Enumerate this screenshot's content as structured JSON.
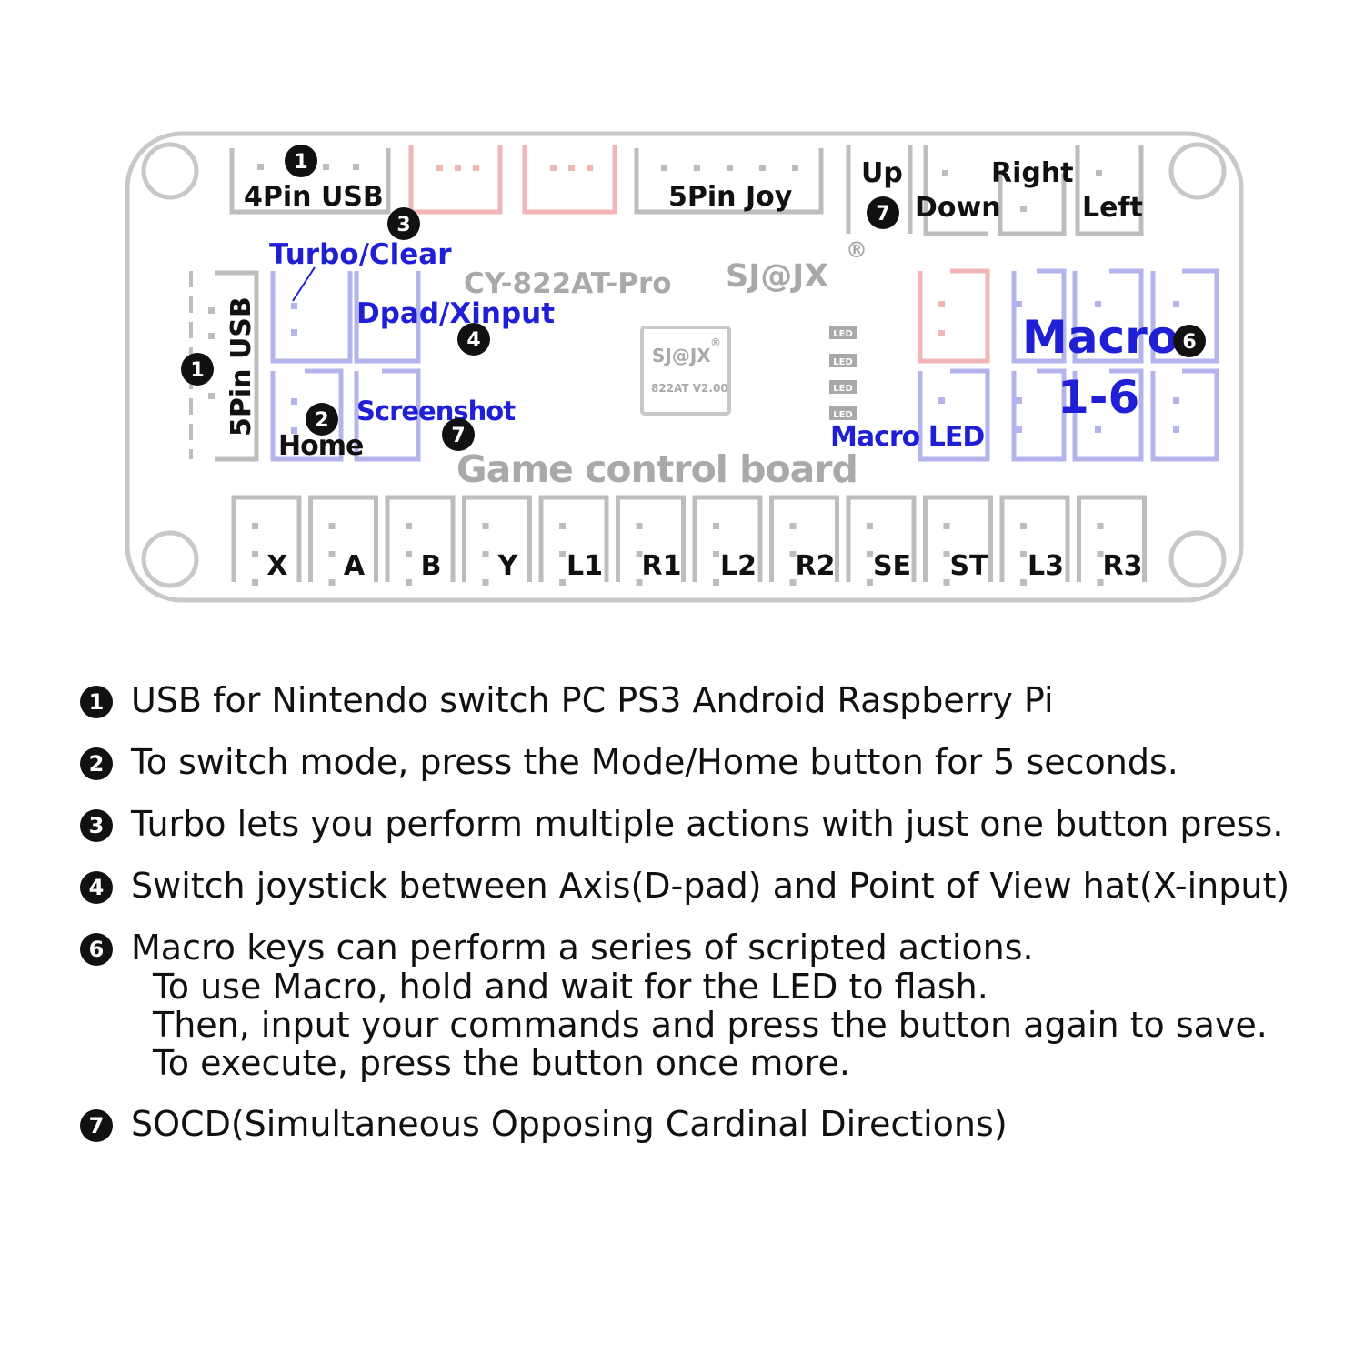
{
  "board": {
    "model": "CY-822AT-Pro",
    "brand": "SJ@JX",
    "registered_mark": "®",
    "subtitle": "Game control board",
    "chip": {
      "brand": "SJ@JX",
      "reg": "®",
      "version": "822AT V2.00"
    },
    "labels": {
      "usb4": "4Pin USB",
      "usb5": "5Pin USB",
      "joy5": "5Pin Joy",
      "up": "Up",
      "down": "Down",
      "right": "Right",
      "left": "Left",
      "turbo": "Turbo/Clear",
      "dpad": "Dpad/Xinput",
      "screenshot": "Screenshot",
      "home": "Home",
      "macro_led": "Macro LED",
      "macro": "Macro",
      "macro_range": "1-6",
      "led": "LED"
    },
    "buttons": [
      "X",
      "A",
      "B",
      "Y",
      "L1",
      "R1",
      "L2",
      "R2",
      "SE",
      "ST",
      "L3",
      "R3"
    ],
    "markers": {
      "usb_top": "1",
      "usb_side": "1",
      "turbo": "3",
      "dpad": "4",
      "home": "2",
      "screenshot": "7",
      "socd": "7",
      "macro": "6"
    }
  },
  "notes": [
    {
      "num": "1",
      "text": "USB  for Nintendo switch PC PS3 Android Raspberry Pi",
      "extra": []
    },
    {
      "num": "2",
      "text": "To switch mode, press the Mode/Home button for 5 seconds.",
      "extra": []
    },
    {
      "num": "3",
      "text": "Turbo lets you perform multiple actions with just one button press.",
      "extra": []
    },
    {
      "num": "4",
      "text": "Switch joystick between Axis(D-pad) and Point of View hat(X-input)",
      "extra": []
    },
    {
      "num": "6",
      "text": "Macro keys can perform a series of scripted actions.",
      "extra": [
        "To use Macro, hold and wait for the LED to flash.",
        "Then, input your commands and press the button again to save.",
        "To execute, press the button once more."
      ]
    },
    {
      "num": "7",
      "text": "SOCD(Simultaneous Opposing Cardinal Directions)",
      "extra": []
    }
  ],
  "colors": {
    "outline": "#c8c8c8",
    "connector_gray": "#bdbdbd",
    "connector_blue": "#b4b4ec",
    "connector_pink": "#f2b6b6",
    "label_blue": "#1f1fd6",
    "label_gray": "#a9a9a9"
  }
}
